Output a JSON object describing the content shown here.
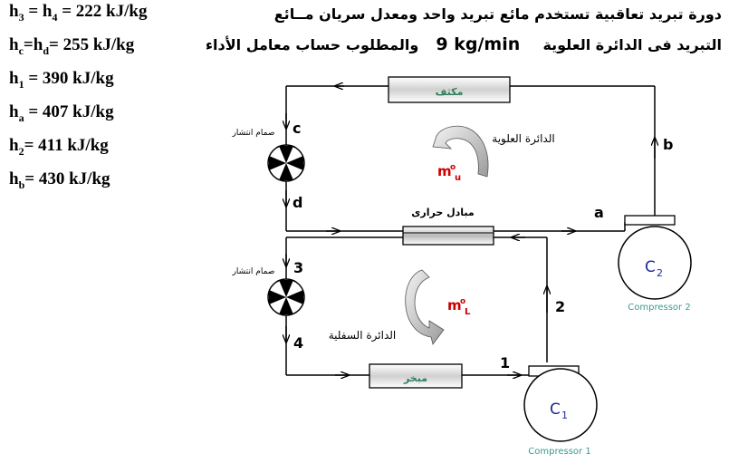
{
  "given": {
    "h3": {
      "label": "h",
      "s1": "3",
      "eq": " = h",
      "s2": "4",
      "val": " = 222 kJ/kg"
    },
    "hc": {
      "label": "h",
      "s1": "c",
      "eq": "=h",
      "s2": "d",
      "val": "= 255 kJ/kg"
    },
    "h1": {
      "label": "h",
      "s1": "1",
      "val": " = 390 kJ/kg"
    },
    "ha": {
      "label": "h",
      "s1": "a",
      "val": " = 407 kJ/kg"
    },
    "h2": {
      "label": "h",
      "s1": "2",
      "val": "= 411 kJ/kg"
    },
    "hb": {
      "label": "h",
      "s1": "b",
      "val": "= 430 kJ/kg"
    }
  },
  "problem": {
    "line1": "دورة تبريد تعاقبية تستخدم مائع تبريد واحد ومعدل سريان مــائع",
    "line2_ar": "التبريد فى الدائرة العلوية",
    "flow_rate": "9 kg/min",
    "line2_end": "والمطلوب حساب معامل الأداء"
  },
  "diagram": {
    "condenser": "مكثف",
    "evaporator": "مبخر",
    "heat_exchanger": "مبادل حرارى",
    "valve_label_top": "صمام انتشار",
    "valve_label_bottom": "صمام انتشار",
    "upper_circuit": "الدائرة العلوية",
    "lower_circuit": "الدائرة السفلية",
    "mu": {
      "m": "m",
      "o": "o",
      "sub": "u"
    },
    "ml": {
      "m": "m",
      "o": "o",
      "sub": "L"
    },
    "compressor1": {
      "c": "C",
      "sub": "1",
      "caption": "Compressor 1"
    },
    "compressor2": {
      "c": "C",
      "sub": "2",
      "caption": "Compressor 2"
    },
    "points": {
      "a": "a",
      "b": "b",
      "c": "c",
      "d": "d",
      "p1": "1",
      "p2": "2",
      "p3": "3",
      "p4": "4"
    }
  },
  "colors": {
    "label_green": "#2e7d5b",
    "caption_teal": "#3a9a8a",
    "m_red": "#cc0000",
    "c_blue": "#1a2a9a"
  }
}
